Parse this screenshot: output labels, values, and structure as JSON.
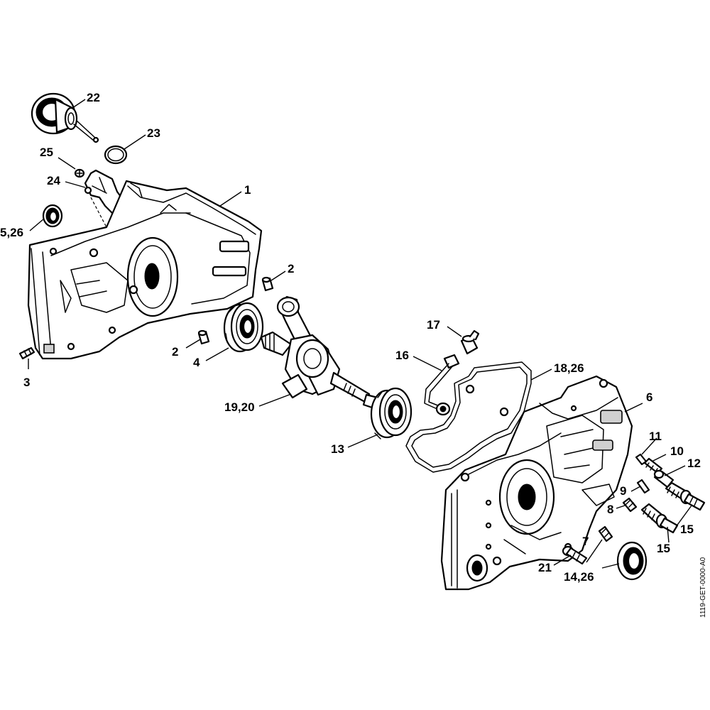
{
  "drawing": {
    "code": "1119-GET-0000-A0"
  },
  "callouts": {
    "c22": "22",
    "c23": "23",
    "c25": "25",
    "c24": "24",
    "c1": "1",
    "c5_26": "5,26",
    "c2a": "2",
    "c2b": "2",
    "c3": "3",
    "c4": "4",
    "c17": "17",
    "c16": "16",
    "c18_26": "18,26",
    "c19_20": "19,20",
    "c6": "6",
    "c13": "13",
    "c11": "11",
    "c10": "10",
    "c12": "12",
    "c9": "9",
    "c8": "8",
    "c15a": "15",
    "c15b": "15",
    "c7": "7",
    "c21": "21",
    "c14_26": "14,26"
  }
}
